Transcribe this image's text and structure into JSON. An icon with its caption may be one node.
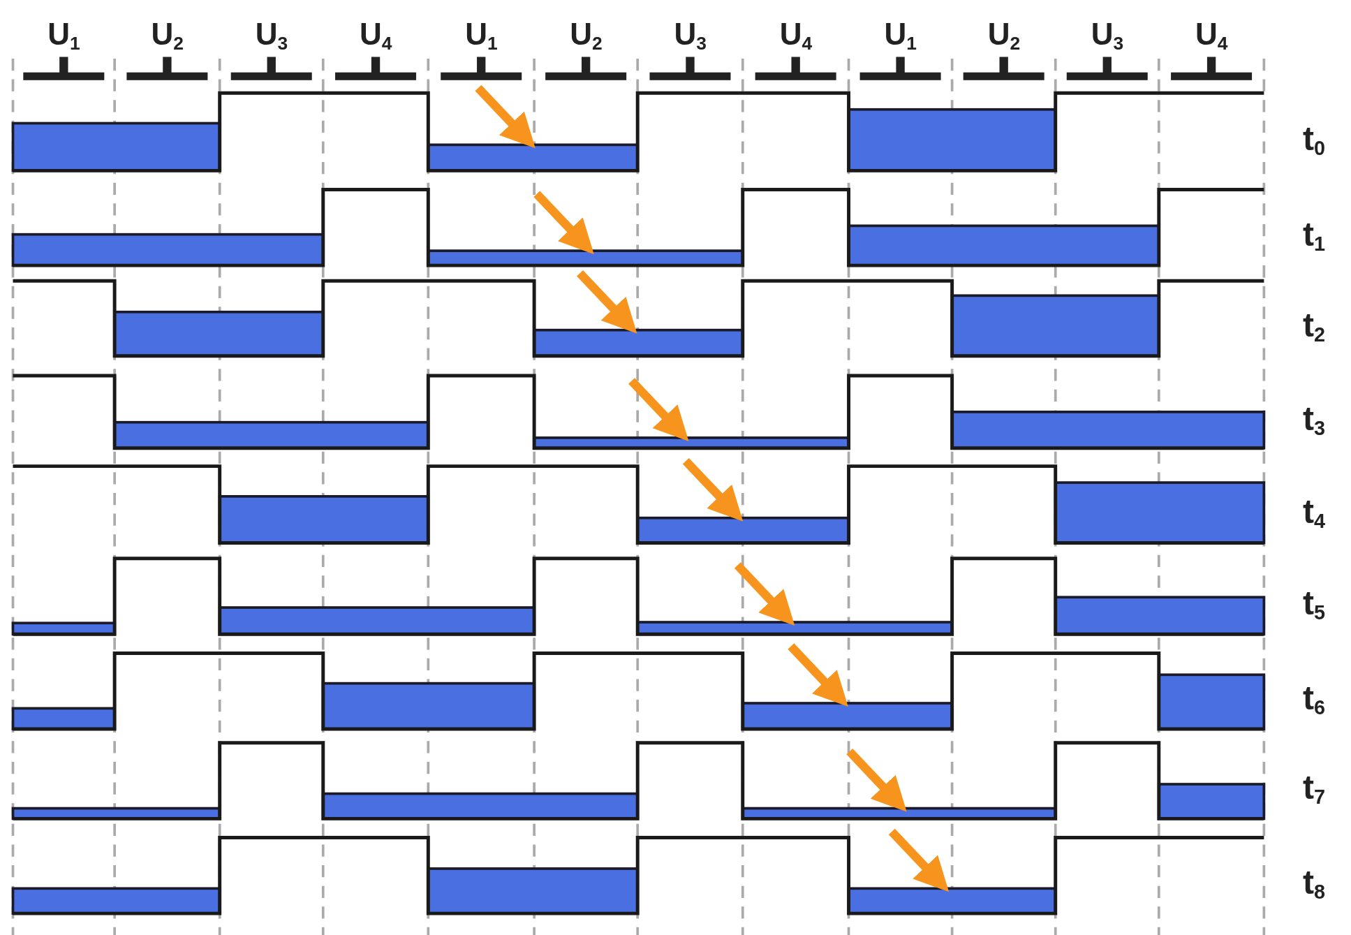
{
  "diagram": {
    "labels": [
      "U$_{1}$",
      "U$_{2}$",
      "U$_{3}$",
      "U$_{4}$",
      "U$_{1}$",
      "U$_{2}$",
      "U$_{3}$",
      "U$_{4}$",
      "U$_{1}$",
      "U$_{2}$",
      "U$_{3}$",
      "U$_{4}$",
      "t$_{0}$",
      "t$_{1}$",
      "t$_{2}$",
      "t$_{3}$",
      "t$_{4}$",
      "t$_{5}$",
      "t$_{6}$",
      "t$_{7}$",
      "t$_{8}$"
    ]
  }
}
